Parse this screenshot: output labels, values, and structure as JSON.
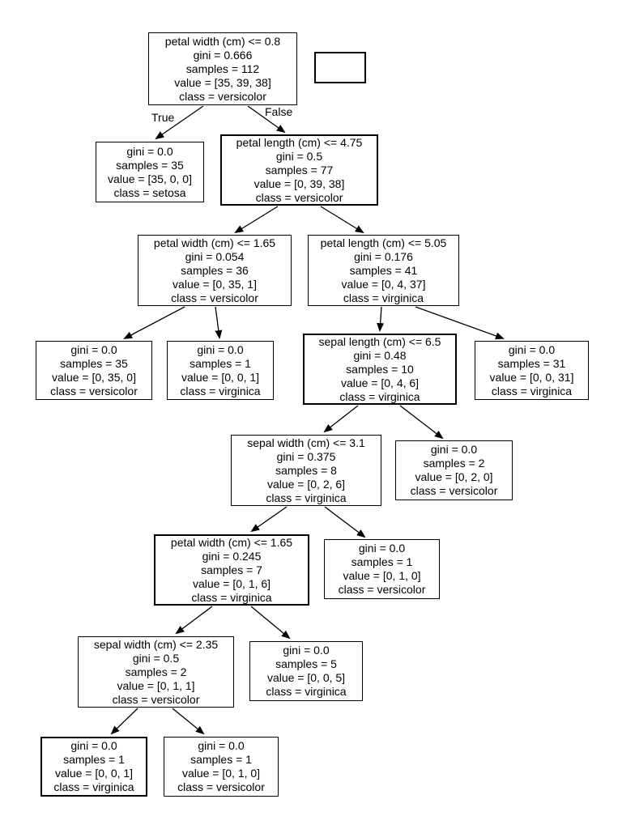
{
  "diagram": {
    "type": "decision-tree",
    "edge_labels": {
      "true": "True",
      "false": "False"
    }
  },
  "nodes": [
    {
      "id": "root",
      "lines": [
        "petal width (cm) <= 0.8",
        "gini = 0.666",
        "samples = 112",
        "value = [35, 39, 38]",
        "class = versicolor"
      ]
    },
    {
      "id": "leaf-setosa",
      "lines": [
        "gini = 0.0",
        "samples = 35",
        "value = [35, 0, 0]",
        "class = setosa"
      ]
    },
    {
      "id": "pl-4-75",
      "lines": [
        "petal length (cm) <= 4.75",
        "gini = 0.5",
        "samples = 77",
        "value = [0, 39, 38]",
        "class = versicolor"
      ]
    },
    {
      "id": "pw-1-65-a",
      "lines": [
        "petal width (cm) <= 1.65",
        "gini = 0.054",
        "samples = 36",
        "value = [0, 35, 1]",
        "class = versicolor"
      ]
    },
    {
      "id": "pl-5-05",
      "lines": [
        "petal length (cm) <= 5.05",
        "gini = 0.176",
        "samples = 41",
        "value = [0, 4, 37]",
        "class = virginica"
      ]
    },
    {
      "id": "leaf-versi-35",
      "lines": [
        "gini = 0.0",
        "samples = 35",
        "value = [0, 35, 0]",
        "class = versicolor"
      ]
    },
    {
      "id": "leaf-virg-1a",
      "lines": [
        "gini = 0.0",
        "samples = 1",
        "value = [0, 0, 1]",
        "class = virginica"
      ]
    },
    {
      "id": "sl-6-5",
      "lines": [
        "sepal length (cm) <= 6.5",
        "gini = 0.48",
        "samples = 10",
        "value = [0, 4, 6]",
        "class = virginica"
      ]
    },
    {
      "id": "leaf-virg-31",
      "lines": [
        "gini = 0.0",
        "samples = 31",
        "value = [0, 0, 31]",
        "class = virginica"
      ]
    },
    {
      "id": "sw-3-1",
      "lines": [
        "sepal width (cm) <= 3.1",
        "gini = 0.375",
        "samples = 8",
        "value = [0, 2, 6]",
        "class = virginica"
      ]
    },
    {
      "id": "leaf-versi-2",
      "lines": [
        "gini = 0.0",
        "samples = 2",
        "value = [0, 2, 0]",
        "class = versicolor"
      ]
    },
    {
      "id": "pw-1-65-b",
      "lines": [
        "petal width (cm) <= 1.65",
        "gini = 0.245",
        "samples = 7",
        "value = [0, 1, 6]",
        "class = virginica"
      ]
    },
    {
      "id": "leaf-versi-1a",
      "lines": [
        "gini = 0.0",
        "samples = 1",
        "value = [0, 1, 0]",
        "class = versicolor"
      ]
    },
    {
      "id": "sw-2-35",
      "lines": [
        "sepal width (cm) <= 2.35",
        "gini = 0.5",
        "samples = 2",
        "value = [0, 1, 1]",
        "class = versicolor"
      ]
    },
    {
      "id": "leaf-virg-5",
      "lines": [
        "gini = 0.0",
        "samples = 5",
        "value = [0, 0, 5]",
        "class = virginica"
      ]
    },
    {
      "id": "leaf-virg-1b",
      "lines": [
        "gini = 0.0",
        "samples = 1",
        "value = [0, 0, 1]",
        "class = virginica"
      ]
    },
    {
      "id": "leaf-versi-1b",
      "lines": [
        "gini = 0.0",
        "samples = 1",
        "value = [0, 1, 0]",
        "class = versicolor"
      ]
    }
  ],
  "edges": [
    {
      "from": "root",
      "to": "leaf-setosa",
      "label": "True"
    },
    {
      "from": "root",
      "to": "pl-4-75",
      "label": "False"
    },
    {
      "from": "pl-4-75",
      "to": "pw-1-65-a"
    },
    {
      "from": "pl-4-75",
      "to": "pl-5-05"
    },
    {
      "from": "pw-1-65-a",
      "to": "leaf-versi-35"
    },
    {
      "from": "pw-1-65-a",
      "to": "leaf-virg-1a"
    },
    {
      "from": "pl-5-05",
      "to": "sl-6-5"
    },
    {
      "from": "pl-5-05",
      "to": "leaf-virg-31"
    },
    {
      "from": "sl-6-5",
      "to": "sw-3-1"
    },
    {
      "from": "sl-6-5",
      "to": "leaf-versi-2"
    },
    {
      "from": "sw-3-1",
      "to": "pw-1-65-b"
    },
    {
      "from": "sw-3-1",
      "to": "leaf-versi-1a"
    },
    {
      "from": "pw-1-65-b",
      "to": "sw-2-35"
    },
    {
      "from": "pw-1-65-b",
      "to": "leaf-virg-5"
    },
    {
      "from": "sw-2-35",
      "to": "leaf-virg-1b"
    },
    {
      "from": "sw-2-35",
      "to": "leaf-versi-1b"
    }
  ],
  "colors": {
    "node_border": "#000000",
    "node_fill": "#ffffff",
    "text": "#000000",
    "edge": "#000000"
  }
}
